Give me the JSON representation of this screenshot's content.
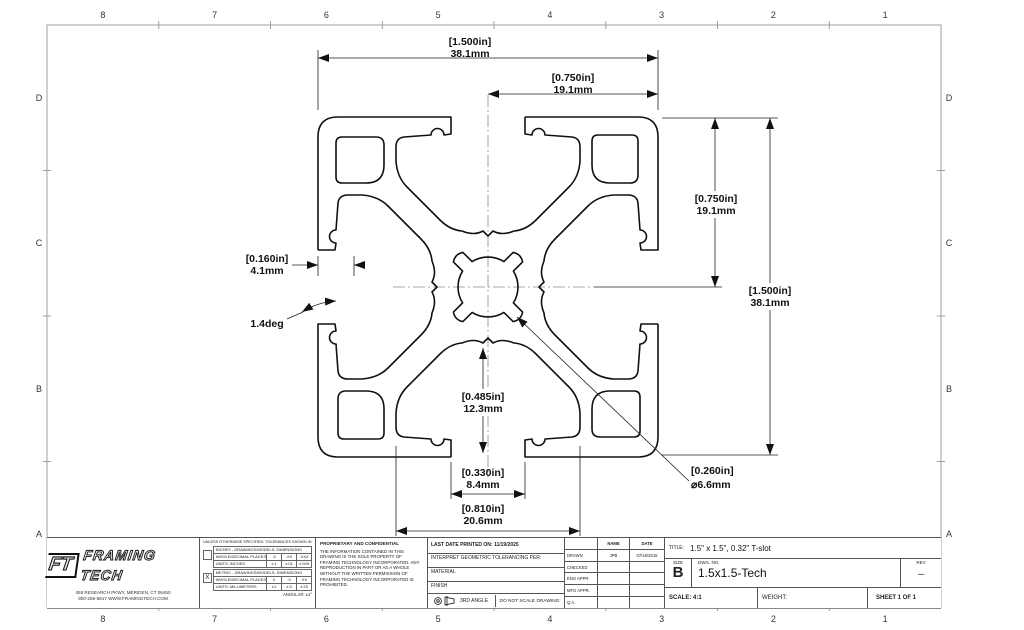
{
  "zones": {
    "top": [
      "8",
      "7",
      "6",
      "5",
      "4",
      "3",
      "2",
      "1"
    ],
    "bottom": [
      "8",
      "7",
      "6",
      "5",
      "4",
      "3",
      "2",
      "1"
    ],
    "left": [
      "D",
      "C",
      "B",
      "A"
    ],
    "right": [
      "D",
      "C",
      "B",
      "A"
    ]
  },
  "dims": {
    "d_width": {
      "inch": "[1.500in]",
      "mm": "38.1mm"
    },
    "d_half_width": {
      "inch": "[0.750in]",
      "mm": "19.1mm"
    },
    "d_half_height": {
      "inch": "[0.750in]",
      "mm": "19.1mm"
    },
    "d_height": {
      "inch": "[1.500in]",
      "mm": "38.1mm"
    },
    "d_lip": {
      "inch": "[0.160in]",
      "mm": "4.1mm"
    },
    "d_angle": "1.4deg",
    "d_slot_depth": {
      "inch": "[0.485in]",
      "mm": "12.3mm"
    },
    "d_slot_opening": {
      "inch": "[0.330in]",
      "mm": "8.4mm"
    },
    "d_slot_width": {
      "inch": "[0.810in]",
      "mm": "20.6mm"
    },
    "d_bore": {
      "inch": "[0.260in]",
      "mm": "⌀6.6mm"
    }
  },
  "title_block": {
    "logo_ft": "FT",
    "logo_name": "FRAMING TECH",
    "address1": "455 RESEARCH PKWY, MERIDEN, CT 06450",
    "address2": "800-258-5817  WWW.FRAMINGTECH.COM",
    "tolerances": {
      "header": "UNLESS OTHERWISE SPECIFIED: TOLERANCES SHOWN IN [INCHES] MILLIMETERS",
      "inch_title": "INCHES - DRAWINGS/MODELS: DIMENSIONS",
      "inch_places": {
        "label": "WHOLE/DECIMAL PLACES",
        "v1": ".X",
        "v2": ".XX",
        "v3": ".XXX"
      },
      "inch_units": {
        "label": "UNITS:  INCHES",
        "v1": "±.1",
        "v2": "±.01",
        "v3": "±.005"
      },
      "metric_check": "X",
      "metric_title": "METRIC - DRAWINGS/MODELS: DIMENSIONS",
      "metric_places": {
        "label": "WHOLE/DECIMAL PLACES",
        "v1": "X",
        "v2": ".X",
        "v3": ".XX"
      },
      "metric_units": {
        "label": "UNITS:  MILLIMETERS",
        "v1": "±1",
        "v2": "±.5",
        "v3": "±.25"
      },
      "angular": "ANGULAR: ±1°"
    },
    "proprietary_title": "PROPRIETARY AND CONFIDENTIAL",
    "proprietary_body": "THE INFORMATION CONTAINED IN THIS DRAWING IS THE SOLE PROPERTY OF FRAMING TECHNOLOGY INCORPORATED. ANY REPRODUCTION IN PART OR AS A WHOLE WITHOUT THE WRITTEN PERMISSION OF FRAMING TECHNOLOGY INCORPORATED IS PROHIBITED.",
    "last_printed": "LAST DATE PRINTED ON: 11/19/2025",
    "interpret": "INTERPRET GEOMETRIC TOLERANCING PER:",
    "material_label": "MATERIAL",
    "finish_label": "FINISH",
    "third_angle": "3RD ANGLE",
    "do_not_scale": "DO NOT SCALE DRAWING",
    "approval": {
      "name_col": "NAME",
      "date_col": "DATE",
      "rows": [
        {
          "label": "DRAWN",
          "name": "JPB",
          "date": "07/16/2015"
        },
        {
          "label": "CHECKED",
          "name": "",
          "date": ""
        },
        {
          "label": "ENG APPR.",
          "name": "",
          "date": ""
        },
        {
          "label": "MFG APPR.",
          "name": "",
          "date": ""
        },
        {
          "label": "Q.A.",
          "name": "",
          "date": ""
        }
      ]
    },
    "title_label": "TITLE:",
    "title": "1.5\" x 1.5\", 0.32\" T-slot",
    "size_label": "SIZE",
    "size": "B",
    "dwg_label": "DWG. NO.",
    "dwg_no": "1.5x1.5-Tech",
    "rev_label": "REV",
    "rev": "–",
    "scale": "SCALE: 4:1",
    "weight": "WEIGHT:",
    "sheet": "SHEET 1 OF 1"
  }
}
